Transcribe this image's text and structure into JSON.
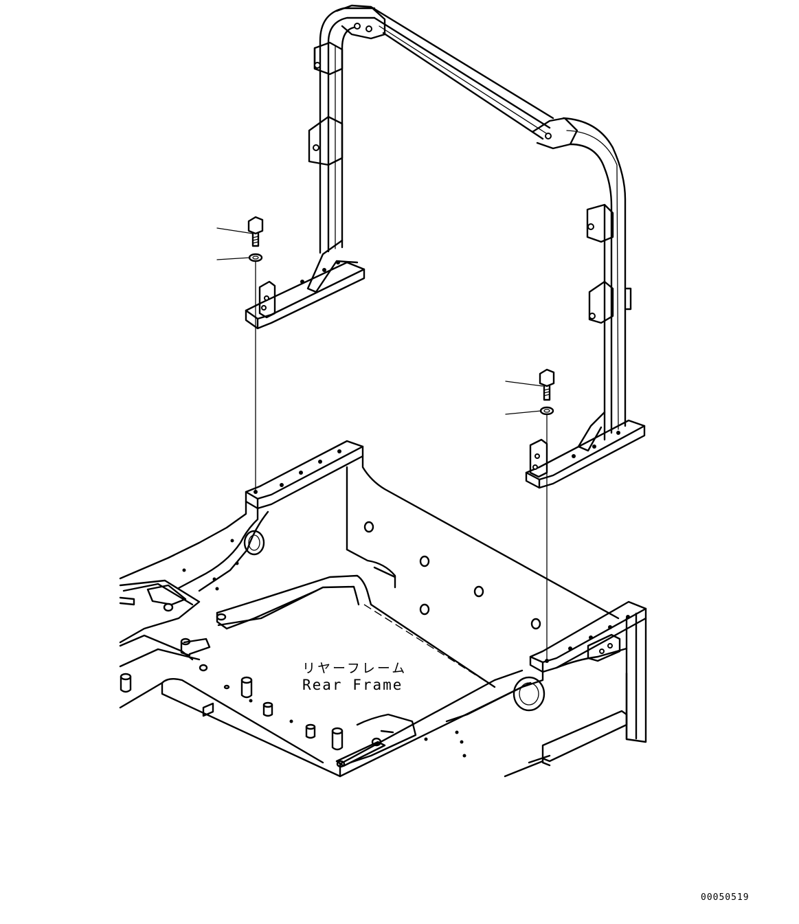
{
  "labels": {
    "part_name_jp": "リヤーフレーム",
    "part_name_en": "Rear Frame",
    "drawing_number": "00050519"
  }
}
